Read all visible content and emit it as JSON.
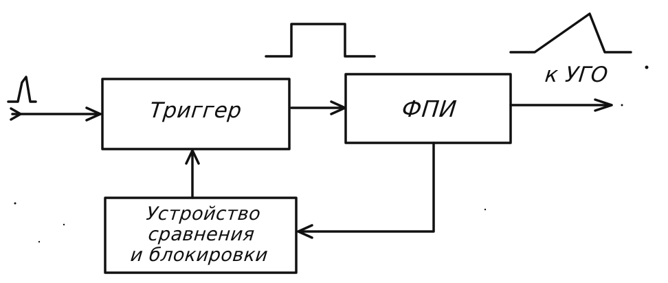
{
  "diagram": {
    "blocks": {
      "trigger": "Триггер",
      "fpi": "ФПИ",
      "compare": [
        "Устройство",
        "сравнения",
        "и блокировки"
      ]
    },
    "output_label": "к УГО"
  }
}
